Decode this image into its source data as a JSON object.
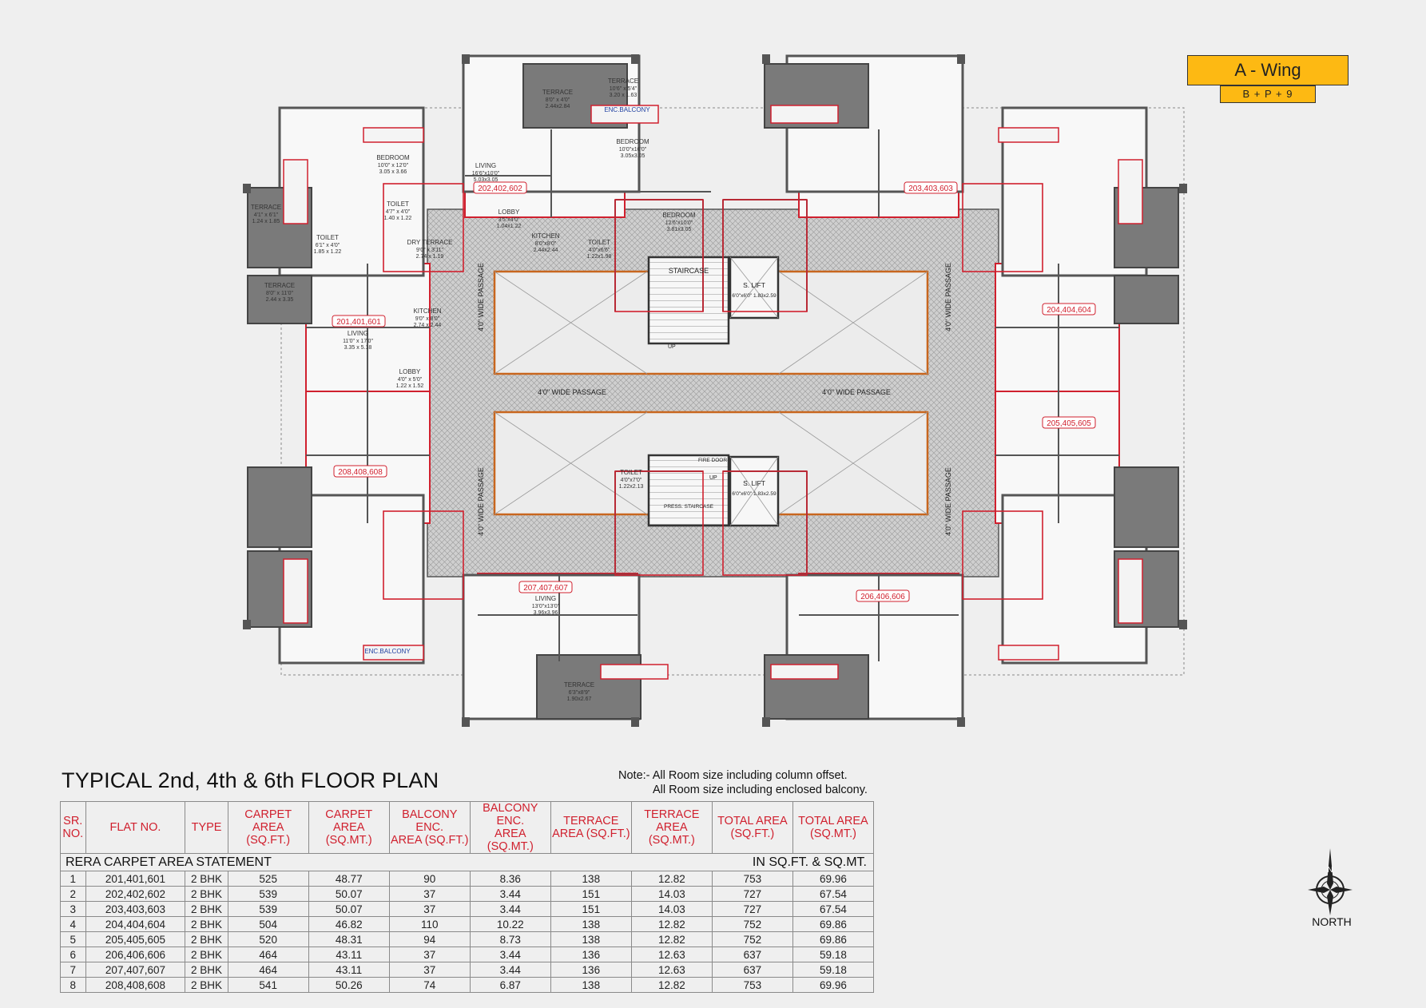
{
  "wing": {
    "title": "A - Wing",
    "subtitle": "B + P + 9"
  },
  "plan_title": "TYPICAL 2nd, 4th & 6th FLOOR PLAN",
  "note": {
    "line1": "Note:- All Room size including column offset.",
    "line2": "All Room size including enclosed balcony."
  },
  "compass": {
    "label": "NORTH",
    "n": "N"
  },
  "colors": {
    "accent": "#fdb913",
    "wall": "#555555",
    "flat_outline": "#d0202e",
    "header_text": "#d0202e",
    "terrace_fill": "#7a7a7a",
    "passage_fill": "#c9c9c9",
    "orange_edge": "#c8661e"
  },
  "common_labels": {
    "staircase": "STAIRCASE",
    "lift": "S. LIFT",
    "lift_size": "6'0\"x6'0\" 1.83x2.59",
    "fire_staircase": "PRESS. STAIRCASE",
    "fire_door": "FIRE DOOR",
    "passage_h": "4'0\" WIDE PASSAGE",
    "passage_v": "4'0\" WIDE PASSAGE",
    "up": "UP"
  },
  "flats": [
    {
      "tag": "202,402,602"
    },
    {
      "tag": "203,403,603"
    },
    {
      "tag": "201,401,601"
    },
    {
      "tag": "204,404,604"
    },
    {
      "tag": "208,408,608"
    },
    {
      "tag": "205,405,605"
    },
    {
      "tag": "207,407,607"
    },
    {
      "tag": "206,406,606"
    }
  ],
  "rooms": [
    {
      "name": "TERRACE",
      "size": "10'6\" x 5'4\"",
      "m": "3.20 x 1.63"
    },
    {
      "name": "TERRACE",
      "size": "8'0\" x 4'0\"",
      "m": "2.44x2.84"
    },
    {
      "name": "ENC.BALCONY"
    },
    {
      "name": "BEDROOM",
      "size": "10'0\"x10'0\"",
      "m": "3.05x3.05"
    },
    {
      "name": "LIVING",
      "size": "16'6\"x10'0\"",
      "m": "5.03x3.05"
    },
    {
      "name": "BEDROOM",
      "size": "12'6\"x10'0\"",
      "m": "3.81x3.05"
    },
    {
      "name": "KITCHEN",
      "size": "8'0\"x8'0\"",
      "m": "2.44x2.44"
    },
    {
      "name": "TOILET",
      "size": "4'0\"x6'6\"",
      "m": "1.22x1.98"
    },
    {
      "name": "LOBBY",
      "size": "3'5\"x4'0\"",
      "m": "1.04x1.22"
    },
    {
      "name": "DRY TERRACE",
      "size": "9'0\" x 3'11\"",
      "m": "2.74 x 1.19"
    },
    {
      "name": "LIVING",
      "size": "11'0\" x 17'0\"",
      "m": "3.35 x 5.18"
    },
    {
      "name": "KITCHEN",
      "size": "9'0\" x 8'0\"",
      "m": "2.74 x 2.44"
    },
    {
      "name": "LOBBY",
      "size": "4'0\" x 5'0\"",
      "m": "1.22 x 1.52"
    },
    {
      "name": "TOILET",
      "size": "6'1\" x 4'0\"",
      "m": "1.85 x 1.22"
    },
    {
      "name": "BEDROOM",
      "size": "10'0\" x 12'0\"",
      "m": "3.05 x 3.66"
    },
    {
      "name": "TOILET",
      "size": "4'7\" x 4'0\"",
      "m": "1.40 x 1.22"
    },
    {
      "name": "TERRACE",
      "size": "4'1\" x 6'1\"",
      "m": "1.24 x 1.85"
    },
    {
      "name": "TERRACE",
      "size": "8'0\" x 11'0\"",
      "m": "2.44 x 3.35"
    },
    {
      "name": "ENC.BALCONY"
    },
    {
      "name": "LIVING",
      "size": "13'0\"x13'0\"",
      "m": "3.96x3.96"
    },
    {
      "name": "TOILET",
      "size": "4'0\"x7'0\"",
      "m": "1.22x2.13"
    },
    {
      "name": "TERRACE",
      "size": "6'3\"x8'9\"",
      "m": "1.90x2.67"
    }
  ],
  "table": {
    "caption_left": "RERA CARPET AREA  STATEMENT",
    "caption_right": "IN SQ.FT. & SQ.MT.",
    "headers": [
      "SR.\nNO.",
      "FLAT NO.",
      "TYPE",
      "CARPET AREA\n(SQ.FT.)",
      "CARPET AREA\n(SQ.MT.)",
      "BALCONY ENC.\nAREA (SQ.FT.)",
      "BALCONY ENC.\nAREA (SQ.MT.)",
      "TERRACE\nAREA (SQ.FT.)",
      "TERRACE\nAREA (SQ.MT.)",
      "TOTAL AREA\n(SQ.FT.)",
      "TOTAL AREA\n(SQ.MT.)"
    ],
    "rows": [
      [
        "1",
        "201,401,601",
        "2  BHK",
        "525",
        "48.77",
        "90",
        "8.36",
        "138",
        "12.82",
        "753",
        "69.96"
      ],
      [
        "2",
        "202,402,602",
        "2  BHK",
        "539",
        "50.07",
        "37",
        "3.44",
        "151",
        "14.03",
        "727",
        "67.54"
      ],
      [
        "3",
        "203,403,603",
        "2  BHK",
        "539",
        "50.07",
        "37",
        "3.44",
        "151",
        "14.03",
        "727",
        "67.54"
      ],
      [
        "4",
        "204,404,604",
        "2  BHK",
        "504",
        "46.82",
        "110",
        "10.22",
        "138",
        "12.82",
        "752",
        "69.86"
      ],
      [
        "5",
        "205,405,605",
        "2  BHK",
        "520",
        "48.31",
        "94",
        "8.73",
        "138",
        "12.82",
        "752",
        "69.86"
      ],
      [
        "6",
        "206,406,606",
        "2  BHK",
        "464",
        "43.11",
        "37",
        "3.44",
        "136",
        "12.63",
        "637",
        "59.18"
      ],
      [
        "7",
        "207,407,607",
        "2  BHK",
        "464",
        "43.11",
        "37",
        "3.44",
        "136",
        "12.63",
        "637",
        "59.18"
      ],
      [
        "8",
        "208,408,608",
        "2  BHK",
        "541",
        "50.26",
        "74",
        "6.87",
        "138",
        "12.82",
        "753",
        "69.96"
      ]
    ]
  }
}
